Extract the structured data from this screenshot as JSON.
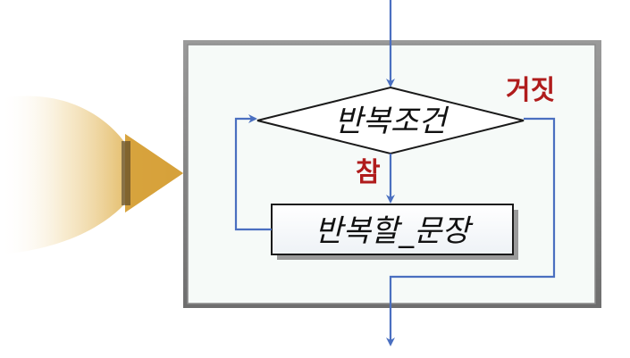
{
  "diagram": {
    "condition_label": "반복조건",
    "statement_label": "반복할_문장",
    "true_label": "참",
    "false_label": "거짓"
  },
  "colors": {
    "flow_line": "#4a6fc0",
    "branch_label": "#b01c1c",
    "panel_fill": "#f6faf8",
    "panel_border": "#8a8a8a",
    "shape_border": "#1a1a1a",
    "arrow_gold": "#d8a83e"
  }
}
